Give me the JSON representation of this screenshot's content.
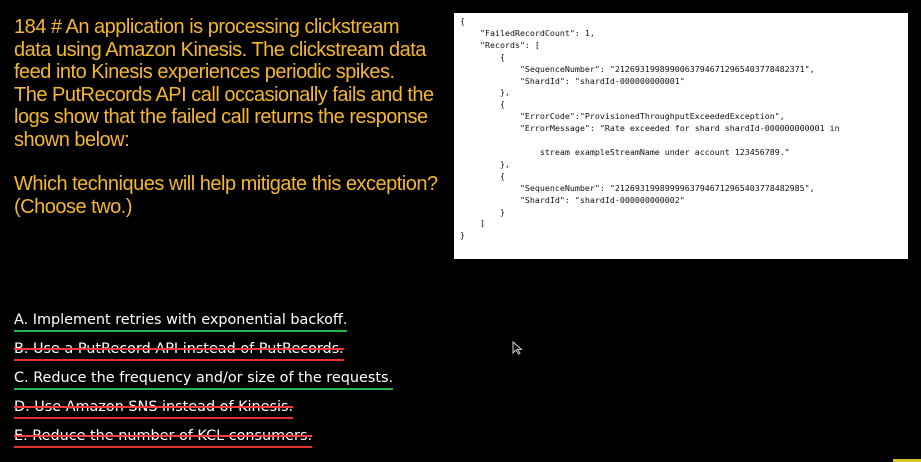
{
  "question": {
    "text": "184 # An application is processing clickstream\ndata using Amazon Kinesis. The clickstream data\nfeed into Kinesis experiences periodic spikes.\nThe PutRecords API call occasionally fails and the\nlogs show that the failed call returns the response\nshown below:",
    "prompt": "Which techniques will help mitigate this exception?\n(Choose two.)"
  },
  "response_code": "{\n    \"FailedRecordCount\": 1,\n    \"Records\": [\n        {\n            \"SequenceNumber\": \"21269319989900637946712965403778482371\",\n            \"ShardId\": \"shardId-000000000001\"\n        },\n        {\n            \"ErrorCode\":\"ProvisionedThroughputExceededException\",\n            \"ErrorMessage\": \"Rate exceeded for shard shardId-000000000001 in\n\n                stream exampleStreamName under account 123456789.\"\n        },\n        {\n            \"SequenceNumber\": \"21269319989999637946712965403778482985\",\n            \"ShardId\": \"shardId-000000000002\"\n        }\n    ]\n}",
  "options": [
    {
      "label": "A. Implement retries with exponential backoff.",
      "status": "correct"
    },
    {
      "label": "B. Use a PutRecord API instead of PutRecords.",
      "status": "wrong"
    },
    {
      "label": "C. Reduce the frequency and/or size of the requests.",
      "status": "correct"
    },
    {
      "label": "D. Use Amazon SNS instead of Kinesis.",
      "status": "wrong"
    },
    {
      "label": "E. Reduce the number of KCL consumers.",
      "status": "wrong"
    }
  ],
  "colors": {
    "question_text": "#f5b731",
    "correct_underline": "#29b34a",
    "wrong_strike": "#ff3a3a"
  },
  "icons": {
    "cursor": "mouse-pointer-icon"
  }
}
